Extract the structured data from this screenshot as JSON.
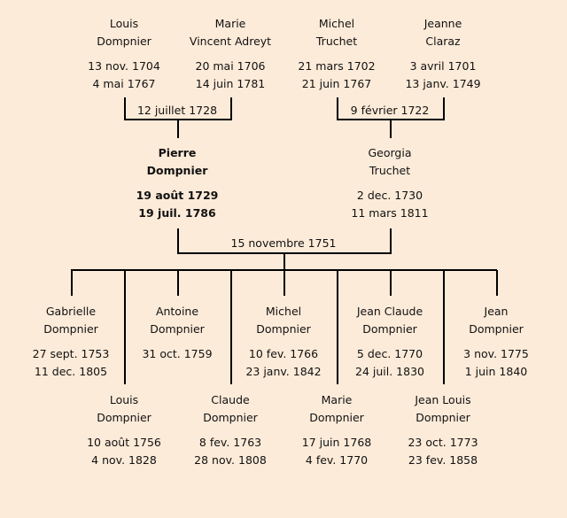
{
  "grandparents": [
    {
      "first": "Louis",
      "last": "Dompnier",
      "birth": "13 nov. 1704",
      "death": "4 mai 1767"
    },
    {
      "first": "Marie",
      "last": "Vincent Adreyt",
      "birth": "20 mai 1706",
      "death": "14 juin 1781"
    },
    {
      "first": "Michel",
      "last": "Truchet",
      "birth": "21 mars 1702",
      "death": "21 juin 1767"
    },
    {
      "first": "Jeanne",
      "last": "Claraz",
      "birth": "3 avril 1701",
      "death": "13 janv. 1749"
    }
  ],
  "marriages": {
    "paternal": "12 juillet 1728",
    "maternal": "9 février 1722",
    "parents": "15 novembre 1751"
  },
  "parents": [
    {
      "first": "Pierre",
      "last": "Dompnier",
      "birth": "19 août 1729",
      "death": "19 juil. 1786"
    },
    {
      "first": "Georgia",
      "last": "Truchet",
      "birth": "2 dec. 1730",
      "death": "11 mars 1811"
    }
  ],
  "children": [
    {
      "first": "Gabrielle",
      "last": "Dompnier",
      "birth": "27 sept. 1753",
      "death": "11 dec. 1805"
    },
    {
      "first": "Louis",
      "last": "Dompnier",
      "birth": "10 août 1756",
      "death": "4 nov. 1828"
    },
    {
      "first": "Antoine",
      "last": "Dompnier",
      "birth": "31 oct. 1759",
      "death": ""
    },
    {
      "first": "Claude",
      "last": "Dompnier",
      "birth": "8 fev. 1763",
      "death": "28 nov. 1808"
    },
    {
      "first": "Michel",
      "last": "Dompnier",
      "birth": "10 fev. 1766",
      "death": "23 janv. 1842"
    },
    {
      "first": "Marie",
      "last": "Dompnier",
      "birth": "17 juin 1768",
      "death": "4 fev. 1770"
    },
    {
      "first": "Jean Claude",
      "last": "Dompnier",
      "birth": "5 dec. 1770",
      "death": "24 juil. 1830"
    },
    {
      "first": "Jean Louis",
      "last": "Dompnier",
      "birth": "23 oct. 1773",
      "death": "23 fev. 1858"
    },
    {
      "first": "Jean",
      "last": "Dompnier",
      "birth": "3 nov. 1775",
      "death": "1 juin 1840"
    }
  ]
}
